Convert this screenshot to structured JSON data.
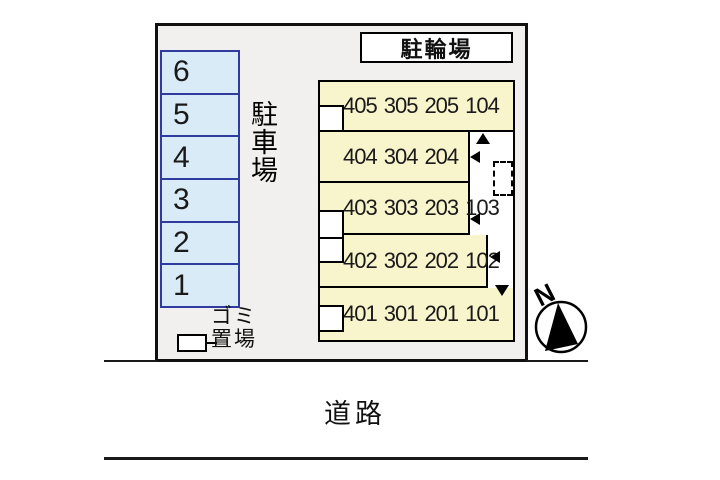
{
  "site": {
    "bicycle_area_label": "駐輪場",
    "parking_label": "駐車場",
    "garbage_label_line1": "ゴミ",
    "garbage_label_line2": "置場",
    "road_label": "道路",
    "compass_label": "N"
  },
  "parking": {
    "spaces": [
      "6",
      "5",
      "4",
      "3",
      "2",
      "1"
    ]
  },
  "building": {
    "rows": [
      {
        "units": [
          "405",
          "305",
          "205",
          "104"
        ]
      },
      {
        "units": [
          "404",
          "304",
          "204"
        ]
      },
      {
        "units": [
          "403",
          "303",
          "203",
          "103"
        ]
      },
      {
        "units": [
          "402",
          "302",
          "202",
          "102"
        ]
      },
      {
        "units": [
          "401",
          "301",
          "201",
          "101"
        ]
      }
    ]
  },
  "colors": {
    "site_fill": "#f1f0ee",
    "parking_fill": "#d8ebf7",
    "parking_border": "#2f3b9e",
    "room_fill": "#f8f4cc",
    "outline": "#111111"
  }
}
